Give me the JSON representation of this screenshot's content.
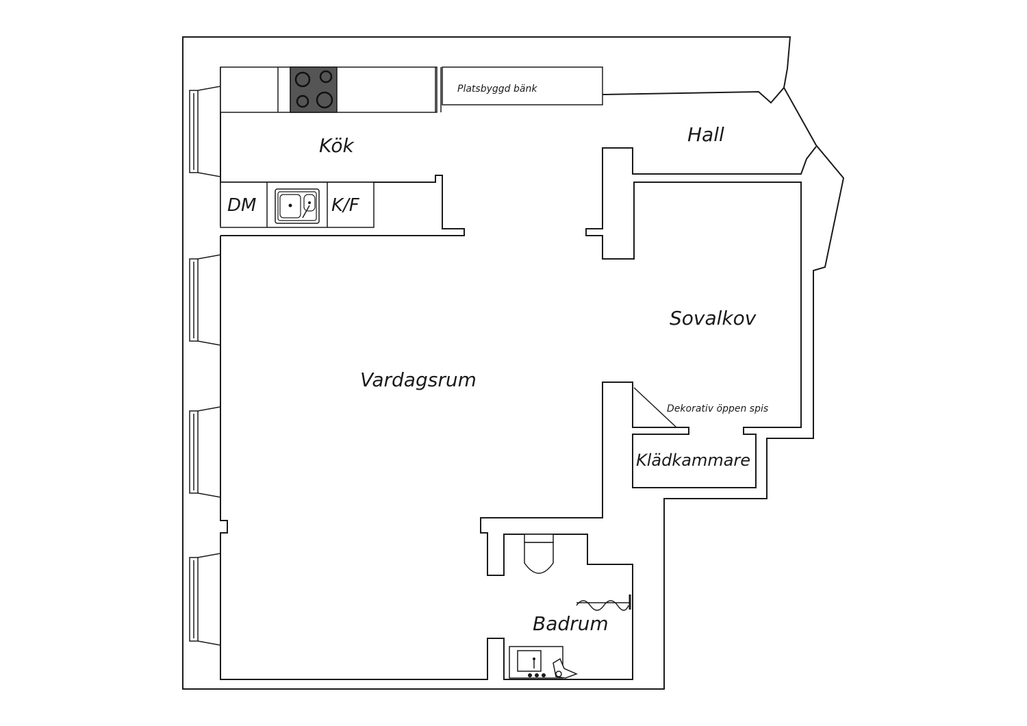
{
  "rooms": {
    "kitchen": "Kök",
    "hall": "Hall",
    "bedroom_alcove": "Sovalkov",
    "living_room": "Vardagsrum",
    "walk_in_closet": "Klädkammare",
    "bathroom": "Badrum"
  },
  "fixtures": {
    "built_in_bench": "Platsbyggd bänk",
    "dishwasher": "DM",
    "fridge_freezer": "K/F",
    "fireplace": "Dekorativ öppen spis"
  },
  "icons": {
    "stove": "stove-icon",
    "sink": "kitchen-sink-icon",
    "toilet": "toilet-icon",
    "radiator": "towel-radiator-icon",
    "washbasin": "washbasin-icon"
  }
}
